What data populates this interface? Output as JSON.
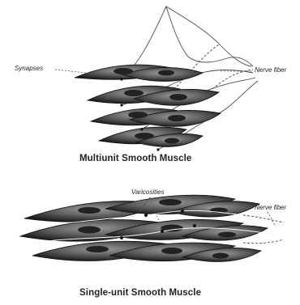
{
  "top_panel": {
    "label_left": "Synapses",
    "label_right": "Nerve fiber",
    "caption": "Multiunit Smooth Muscle"
  },
  "bottom_panel": {
    "label_top": "Varicosities",
    "label_right": "Nerve fiber",
    "caption": "Single-unit Smooth Muscle"
  },
  "colors": {
    "ink": "#1a1a1a",
    "cell_fill": "#6e6e6e",
    "cell_dark": "#2c2c2c",
    "nerve": "#444444"
  }
}
